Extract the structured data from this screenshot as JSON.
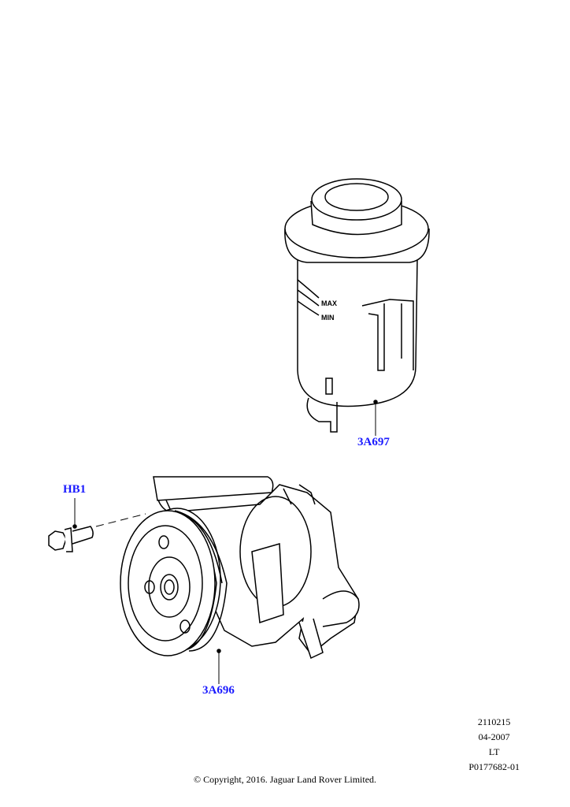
{
  "callouts": {
    "reservoir": "3A697",
    "bolt": "HB1",
    "pump": "3A696"
  },
  "reservoir_markings": {
    "max": "MAX",
    "min": "MIN"
  },
  "meta": {
    "code": "2110215",
    "date": "04-2007",
    "region": "LT",
    "illustration_id": "P0177682-01"
  },
  "copyright": "© Copyright, 2016. Jaguar Land Rover Limited."
}
